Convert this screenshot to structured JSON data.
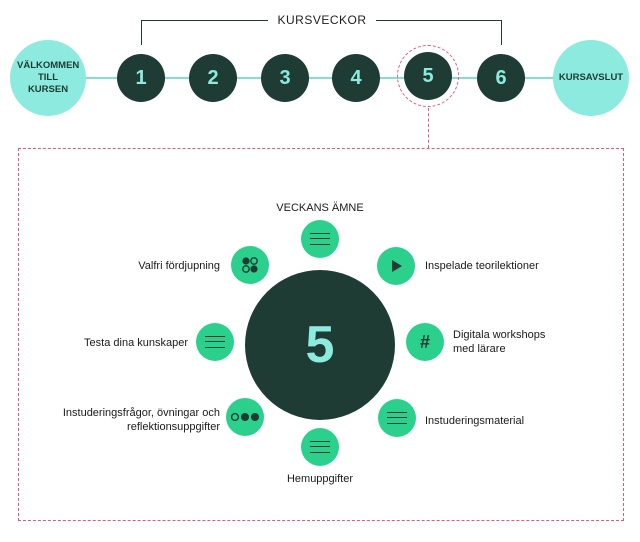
{
  "timeline": {
    "bracket_label": "KURSVECKOR",
    "start_label": "VÄLKOMMEN TILL KURSEN",
    "end_label": "KURSAVSLUT",
    "weeks": [
      "1",
      "2",
      "3",
      "4",
      "5",
      "6"
    ],
    "highlighted_week": "5"
  },
  "week_detail": {
    "center_number": "5",
    "items": {
      "topic": "VECKANS ÄMNE",
      "lectures": "Inspelade teorilektioner",
      "workshops": "Digitala workshops med lärare",
      "material": "Instuderingsmaterial",
      "homework": "Hemuppgifter",
      "questions": "Instuderingsfrågor, övningar och reflektionsuppgifter",
      "test": "Testa dina kunskaper",
      "deepening": "Valfri fördjupning"
    }
  },
  "colors": {
    "dark_green": "#1e3b34",
    "mint": "#8ceade",
    "bright_green": "#2ad08c",
    "accent_pink": "#e8577a"
  }
}
